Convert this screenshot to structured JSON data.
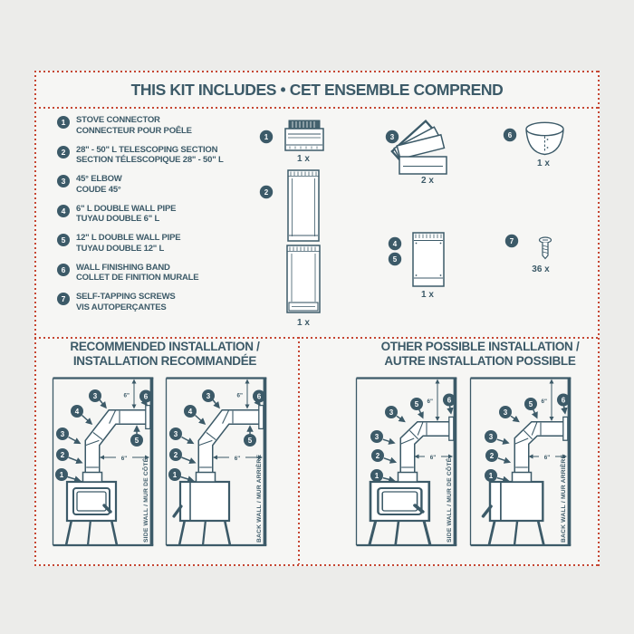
{
  "header": {
    "kit_title": "THIS KIT INCLUDES • CET ENSEMBLE COMPREND"
  },
  "kit_items": [
    {
      "num": "1",
      "en": "STOVE CONNECTOR",
      "fr": "CONNECTEUR POUR POÊLE"
    },
    {
      "num": "2",
      "en": "28\" - 50\" L TELESCOPING SECTION",
      "fr": "SECTION TÉLESCOPIQUE 28\" - 50\" L"
    },
    {
      "num": "3",
      "en": "45° ELBOW",
      "fr": "COUDE 45°"
    },
    {
      "num": "4",
      "en": "6\" L DOUBLE WALL PIPE",
      "fr": "TUYAU DOUBLE 6\" L"
    },
    {
      "num": "5",
      "en": "12\" L DOUBLE WALL PIPE",
      "fr": "TUYAU DOUBLE 12\" L"
    },
    {
      "num": "6",
      "en": "WALL FINISHING BAND",
      "fr": "COLLET DE FINITION MURALE"
    },
    {
      "num": "7",
      "en": "SELF-TAPPING SCREWS",
      "fr": "VIS AUTOPERÇANTES"
    }
  ],
  "figures": {
    "connector_qty": "1 x",
    "telescoping_qty": "1 x",
    "elbow_qty": "2 x",
    "band_qty": "1 x",
    "pipe_qty": "1 x",
    "screws_qty": "36 x"
  },
  "badge_numbers": {
    "n1": "1",
    "n2": "2",
    "n3": "3",
    "n4": "4",
    "n5": "5",
    "n6": "6",
    "n7": "7"
  },
  "installation": {
    "recommended_line1": "RECOMMENDED INSTALLATION /",
    "recommended_line2": "INSTALLATION RECOMMANDÉE",
    "other_line1": "OTHER POSSIBLE INSTALLATION /",
    "other_line2": "AUTRE INSTALLATION POSSIBLE",
    "side_wall": "SIDE WALL / MUR DE CÔTÉ",
    "back_wall": "BACK WALL / MUR ARRIÈRE",
    "clearance_top": "6\"",
    "clearance_side": "6\""
  },
  "colors": {
    "ink": "#3c5a68",
    "red": "#c64632",
    "panel": "#f6f6f4",
    "page_bg": "#ececea"
  }
}
